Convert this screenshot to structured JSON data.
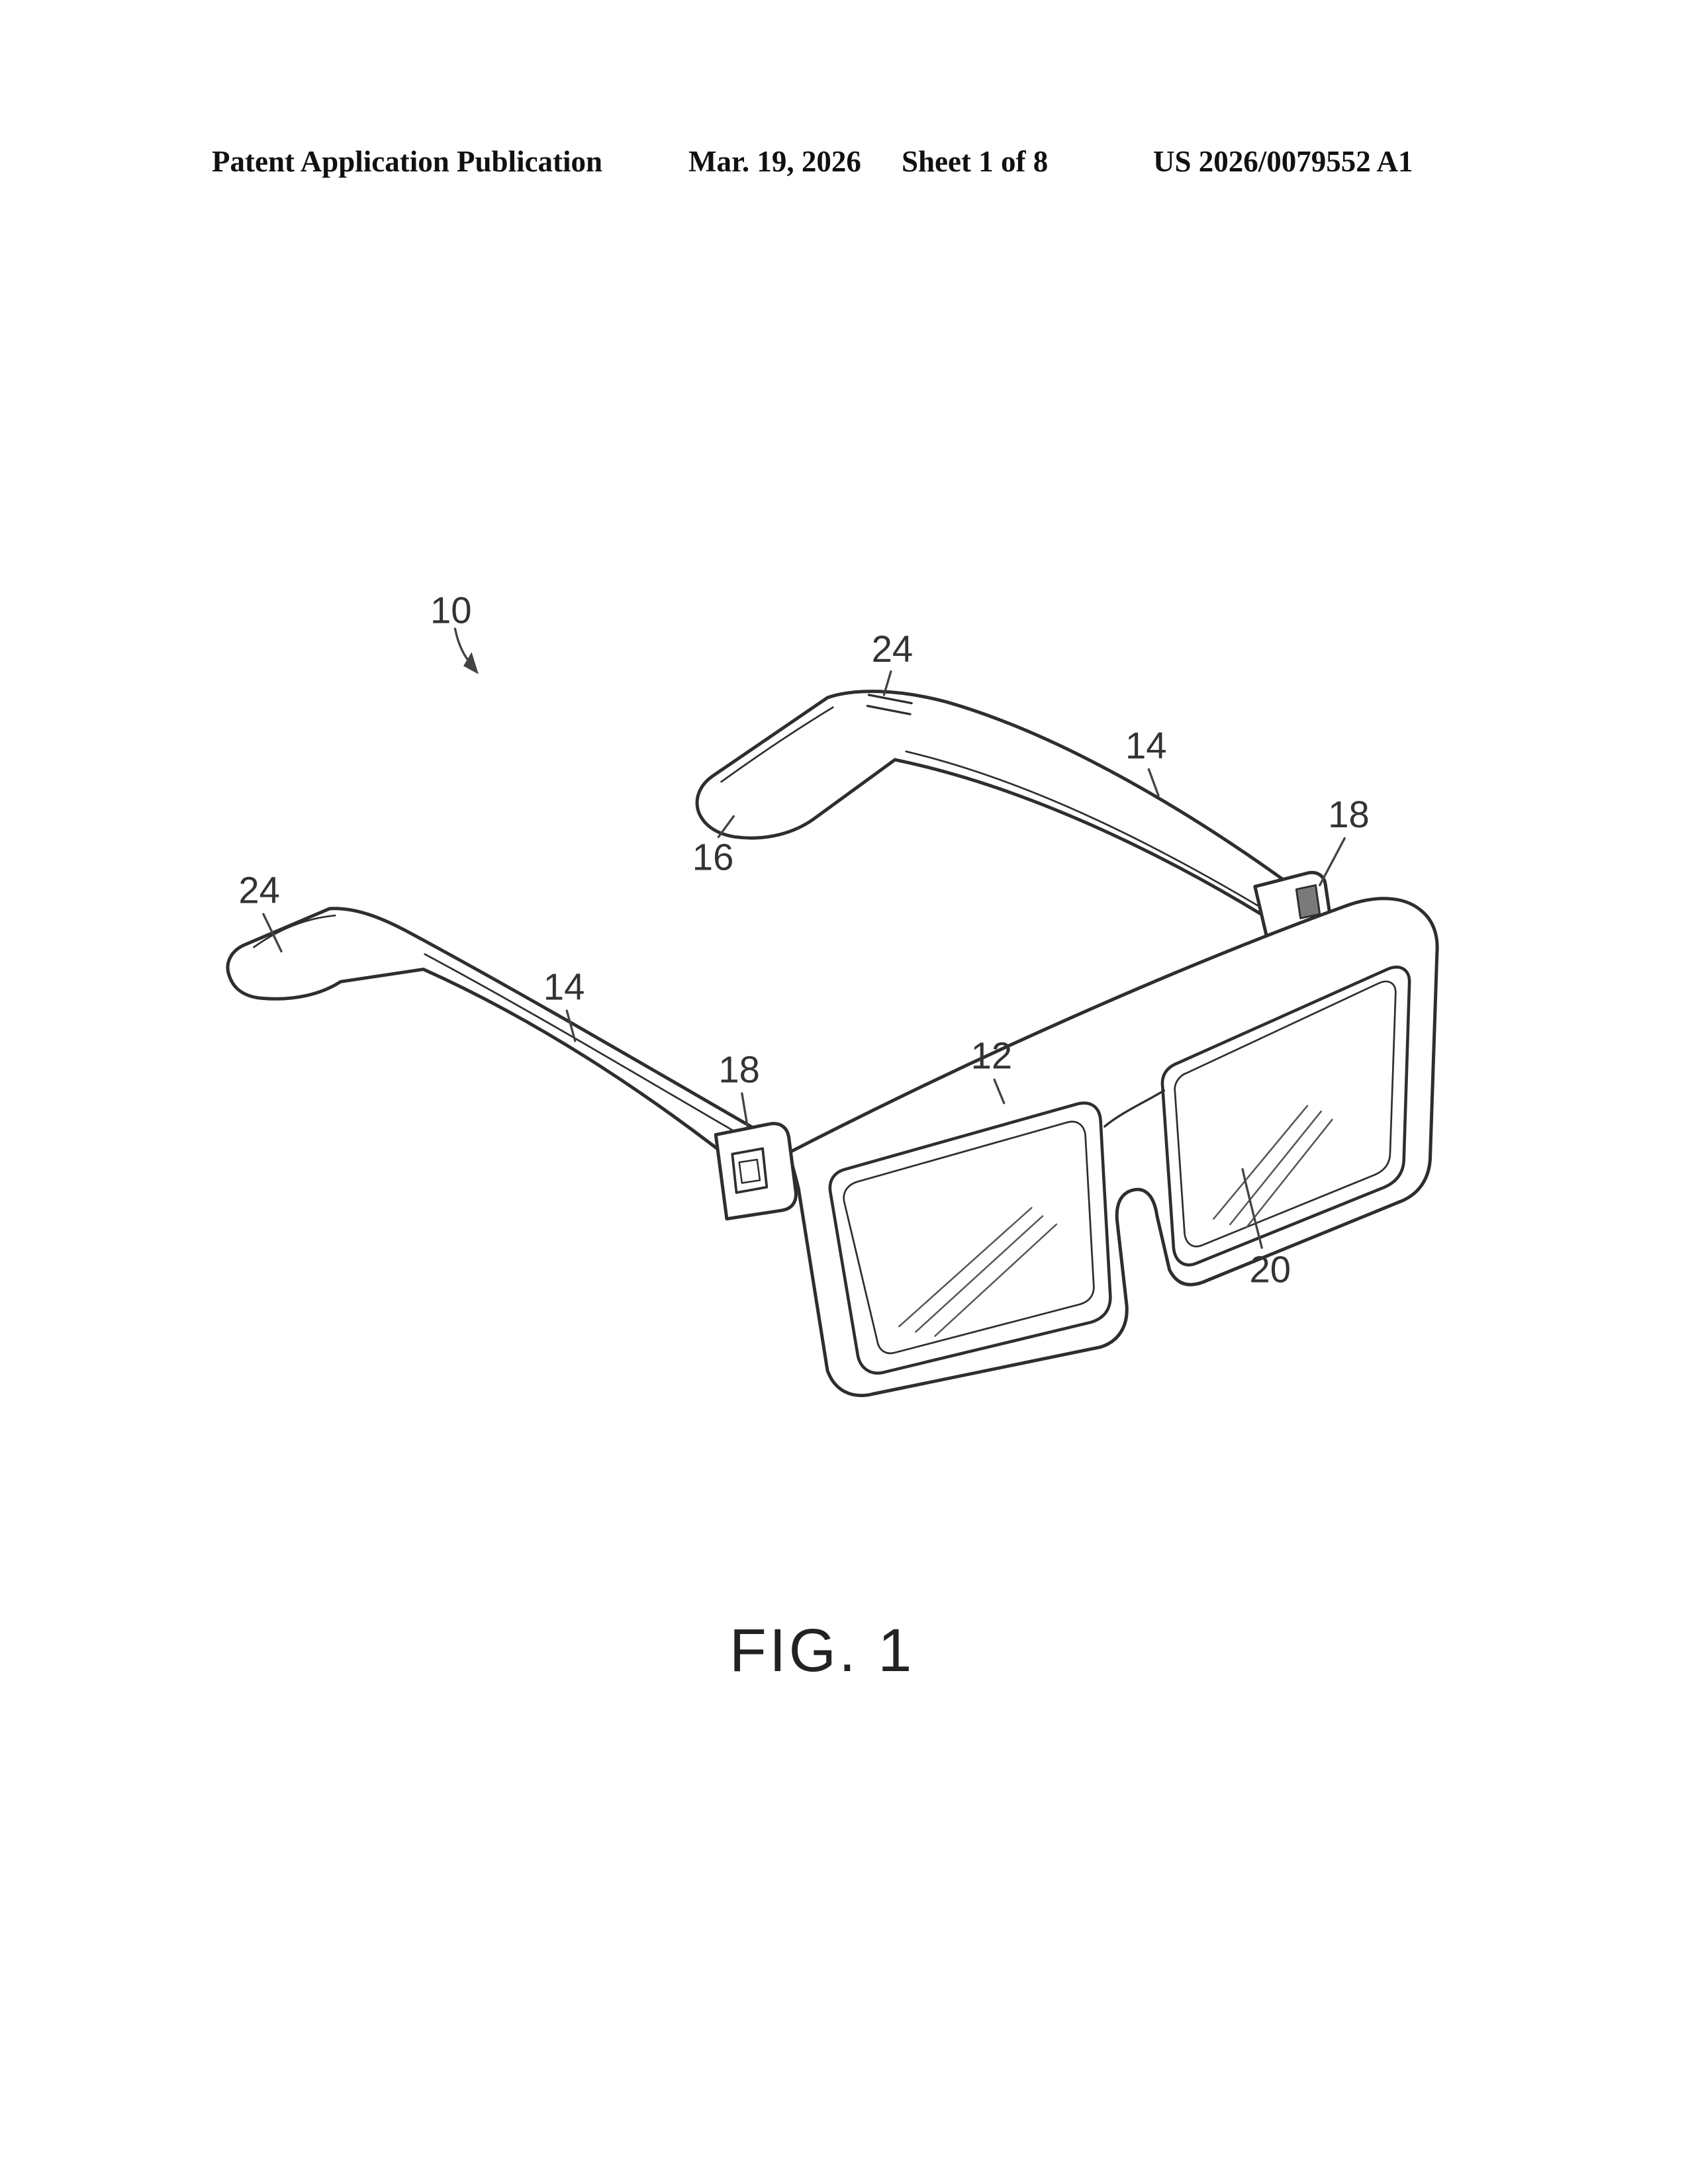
{
  "header": {
    "publication": "Patent Application Publication",
    "date": "Mar. 19, 2026",
    "sheet": "Sheet 1 of 8",
    "doc_number": "US 2026/0079552 A1"
  },
  "figure": {
    "caption": "FIG. 1",
    "refs": {
      "assembly": "10",
      "frame_front": "12",
      "temple_left": "14",
      "temple_right": "14",
      "tip_underside": "16",
      "hinge_left": "18",
      "hinge_right": "18",
      "lens": "20",
      "tip_left": "24",
      "tip_right": "24"
    }
  },
  "colors": {
    "line": "#2e2e2e",
    "leader": "#444444",
    "label": "#333333",
    "header_text": "#111111"
  }
}
